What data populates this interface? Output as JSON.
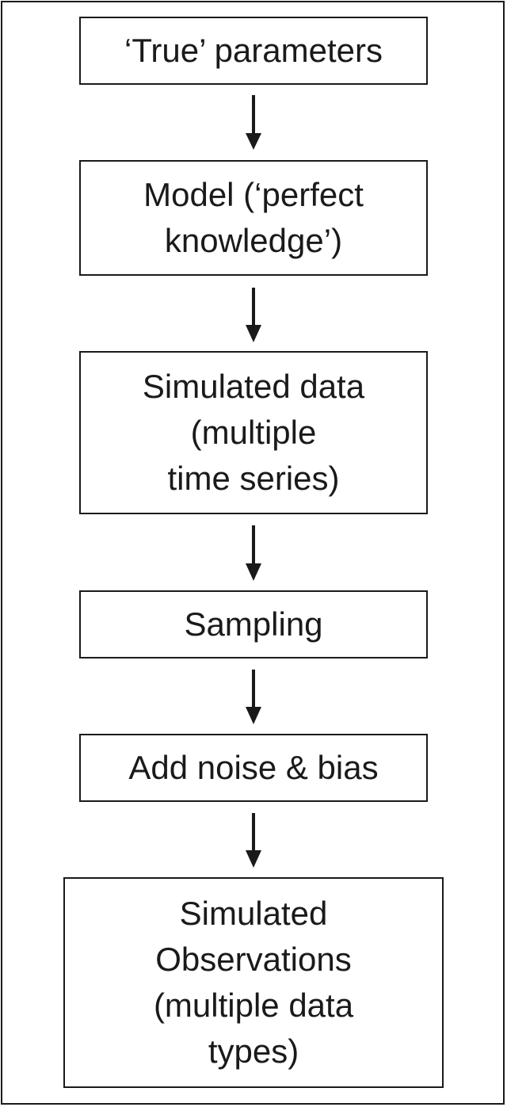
{
  "diagram": {
    "nodes": [
      {
        "id": "n1",
        "label": "‘True’ parameters"
      },
      {
        "id": "n2",
        "label": "Model (‘perfect\nknowledge’)"
      },
      {
        "id": "n3",
        "label": "Simulated data\n(multiple\ntime series)"
      },
      {
        "id": "n4",
        "label": "Sampling"
      },
      {
        "id": "n5",
        "label": "Add noise & bias"
      },
      {
        "id": "n6",
        "label": "Simulated\nObservations\n(multiple data\ntypes)"
      }
    ],
    "edges": [
      {
        "from": "n1",
        "to": "n2"
      },
      {
        "from": "n2",
        "to": "n3"
      },
      {
        "from": "n3",
        "to": "n4"
      },
      {
        "from": "n4",
        "to": "n5"
      },
      {
        "from": "n5",
        "to": "n6"
      }
    ]
  }
}
